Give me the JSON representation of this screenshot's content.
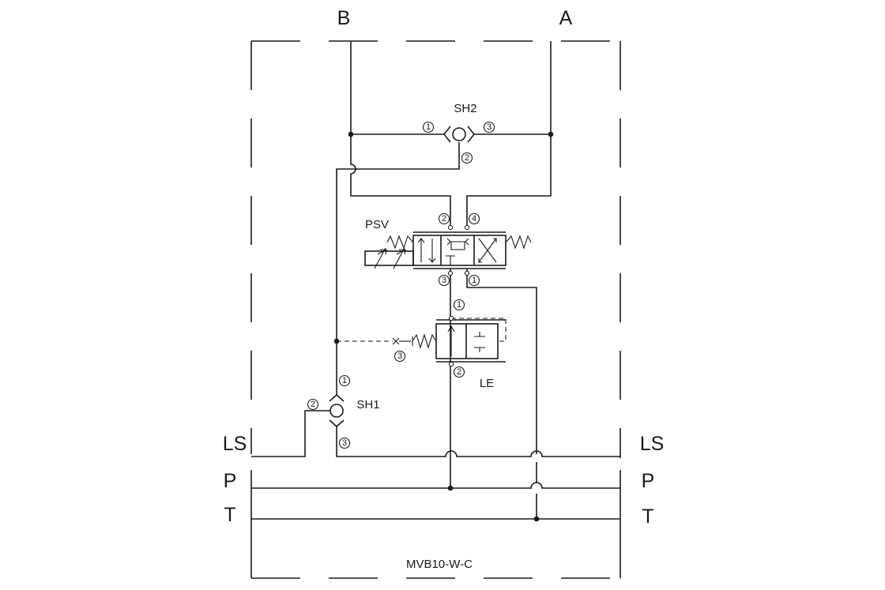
{
  "ports": {
    "B": "B",
    "A": "A",
    "LS_left": "LS",
    "LS_right": "LS",
    "P_left": "P",
    "P_right": "P",
    "T_left": "T",
    "T_right": "T"
  },
  "components": {
    "SH2": "SH2",
    "PSV": "PSV",
    "LE": "LE",
    "SH1": "SH1"
  },
  "model": "MVB10-W-C",
  "port_numbers": {
    "sh2_1": "1",
    "sh2_3": "3",
    "sh2_2": "2",
    "psv_2": "2",
    "psv_4": "4",
    "psv_3": "3",
    "psv_1": "1",
    "le_1": "1",
    "le_2": "2",
    "le_3": "3",
    "sh1_1": "1",
    "sh1_2": "2",
    "sh1_3": "3"
  }
}
